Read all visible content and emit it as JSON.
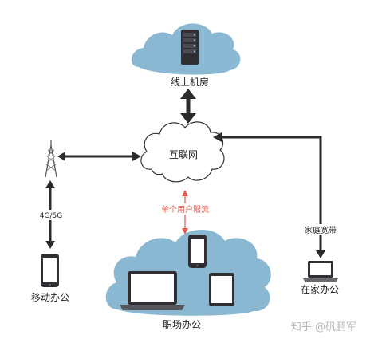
{
  "labels": {
    "datacenter": "线上机房",
    "internet": "互联网",
    "rate_limit": "单个用户限流",
    "network_type": "4G/5G",
    "home_broadband": "家庭宽带",
    "mobile_office": "移动办公",
    "home_office": "在家办公",
    "workplace_office": "职场办公",
    "watermark": "知乎 @矾鹏军"
  },
  "colors": {
    "cloud_blue": "#8ab8d2",
    "arrow": "#2b2b2b",
    "limit_red": "#e05a4e",
    "device_dark": "#2f2f33"
  },
  "icons": [
    "server-icon",
    "cloud-icon",
    "tower-icon",
    "phone-icon",
    "laptop-icon",
    "tablet-icon"
  ]
}
